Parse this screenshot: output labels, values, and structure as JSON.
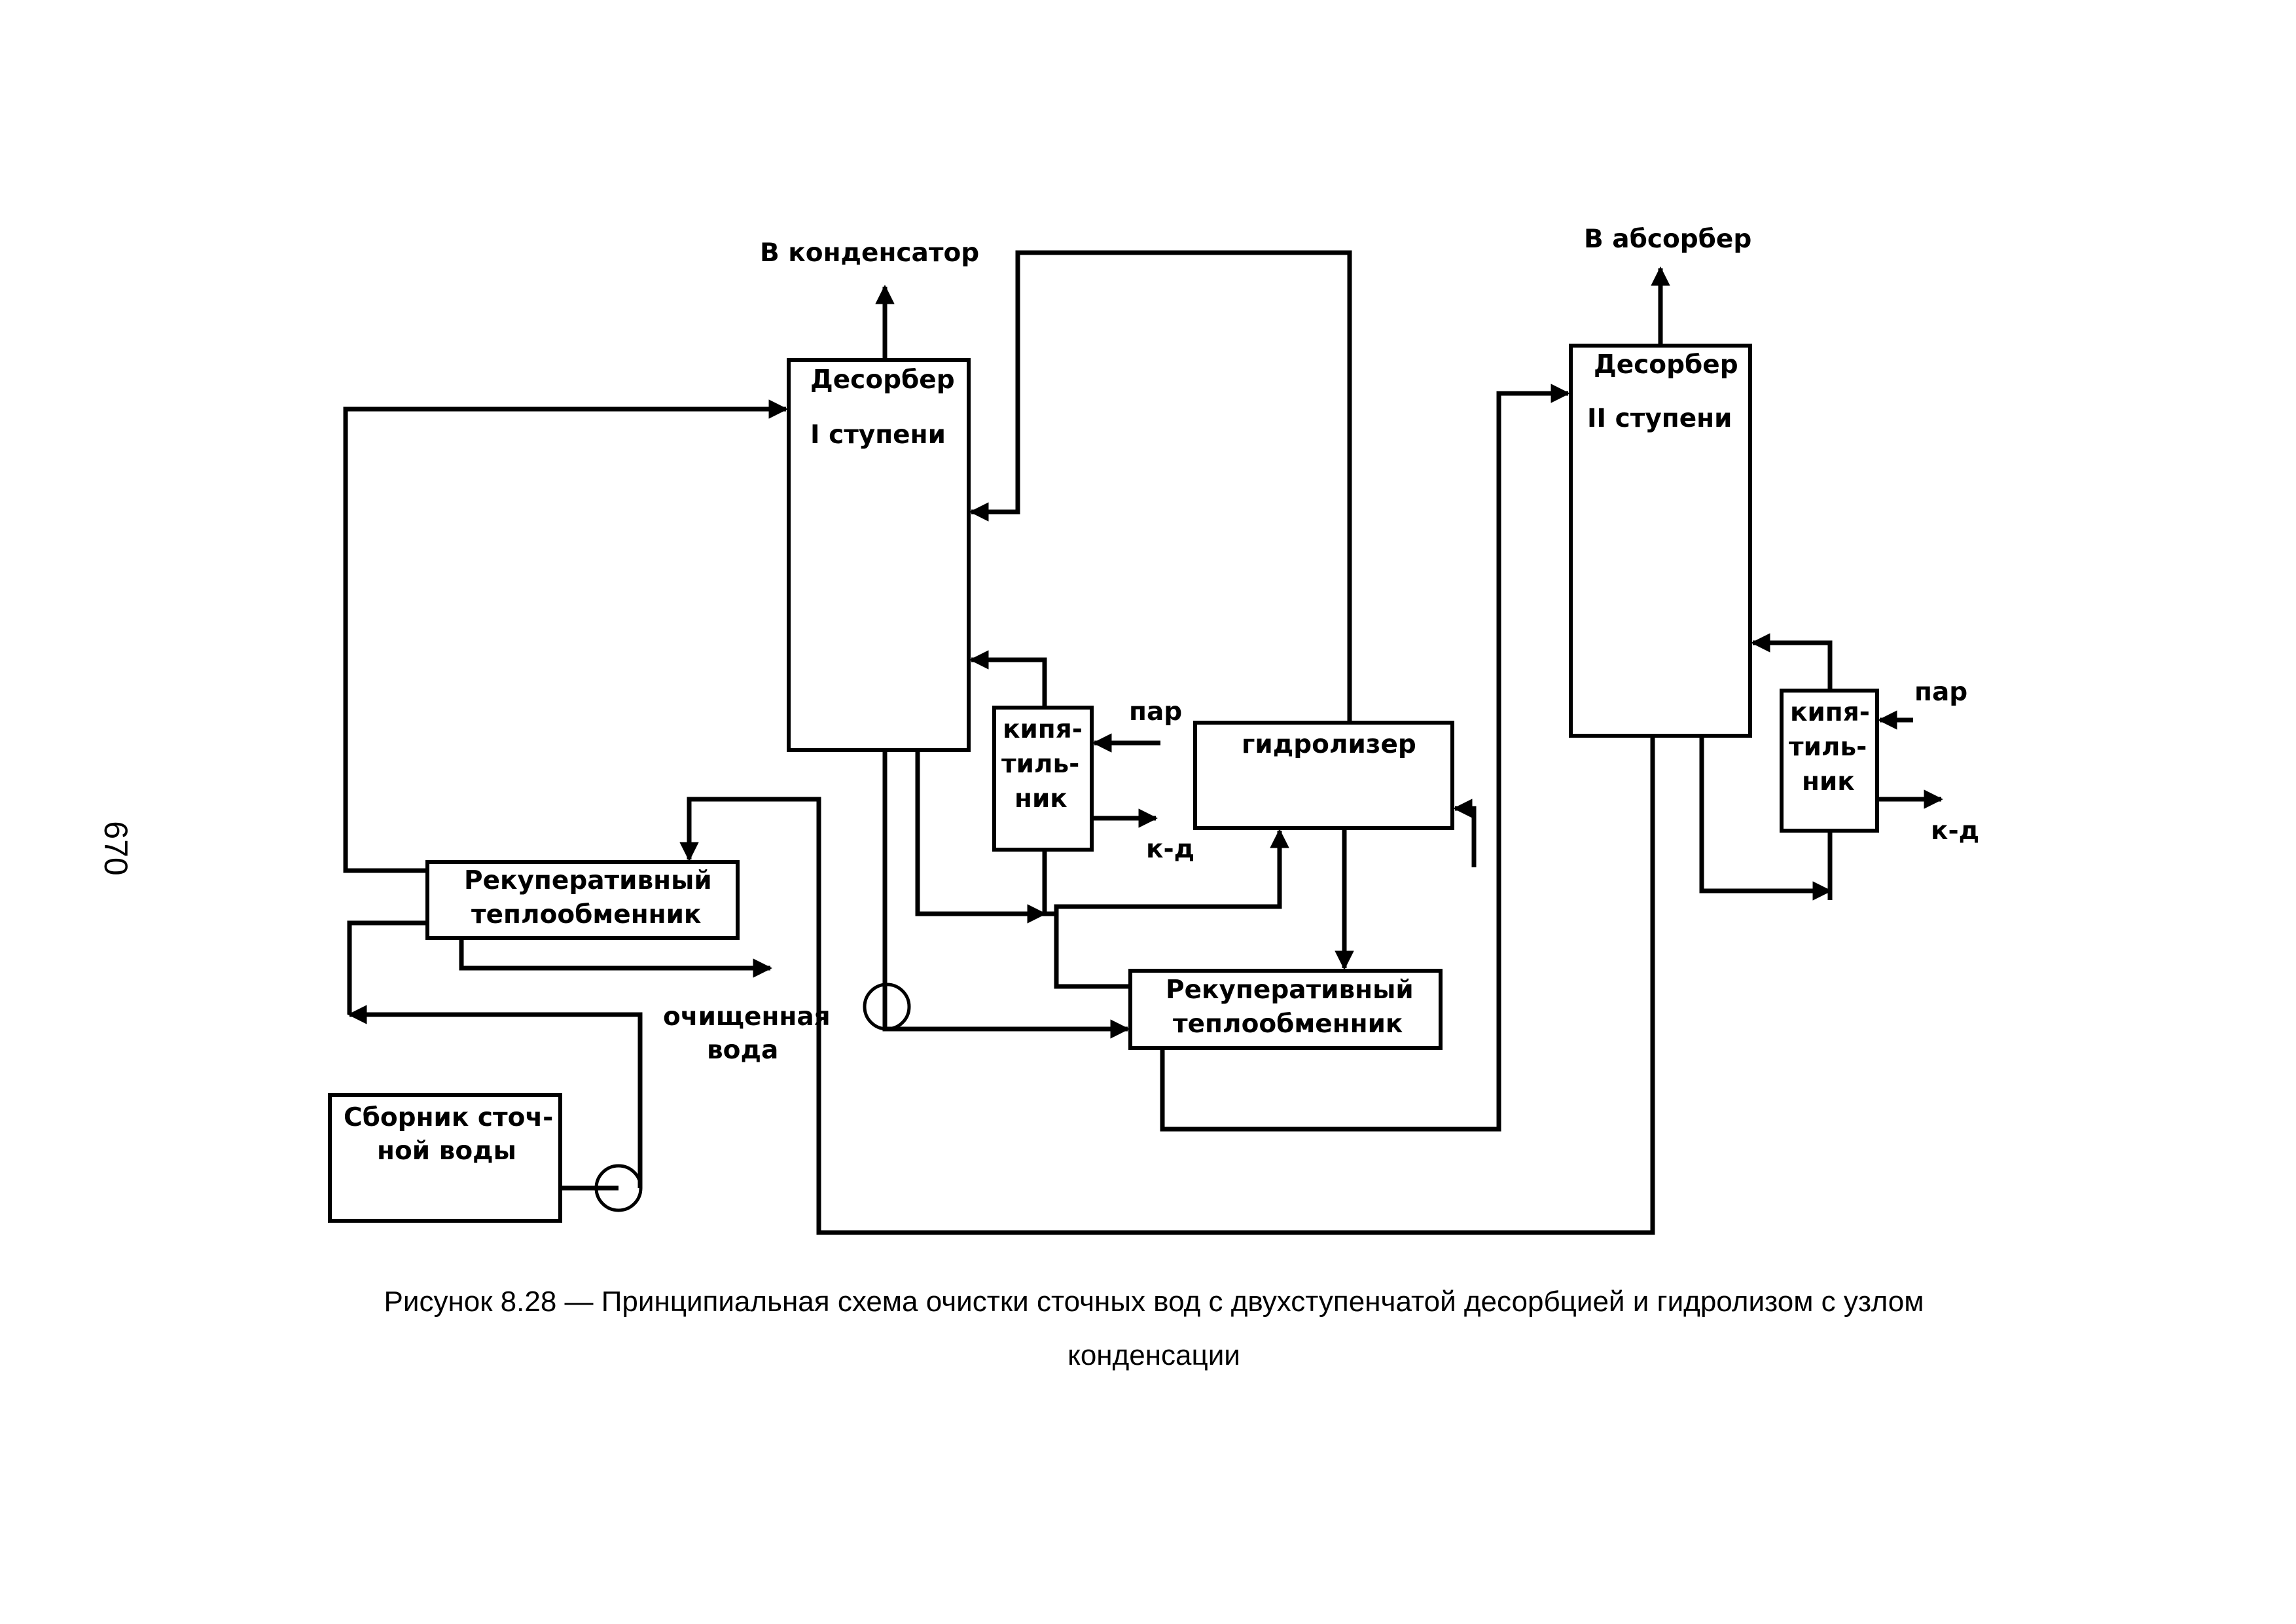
{
  "page_number": "670",
  "labels": {
    "to_condenser": "В конденсатор",
    "to_absorber": "В абсорбер",
    "desorber1_line1": "Десорбер",
    "desorber1_line2": "I ступени",
    "desorber2_line1": "Десорбер",
    "desorber2_line2": "II ступени",
    "reboiler_line1": "кипя-",
    "reboiler_line2": "тиль-",
    "reboiler_line3": "ник",
    "steam": "пар",
    "condensate": "к-д",
    "hydrolyzer": "гидролизер",
    "recuperative_line1": "Рекуперативный",
    "recuperative_line2": "теплообменник",
    "collector_line1": "Сборник сточ-",
    "collector_line2": "ной воды",
    "treated_line1": "очищенная",
    "treated_line2": "вода"
  },
  "caption": {
    "line1": "Рисунок 8.28 — Принципиальная схема очистки сточных вод с двухступенчатой десорбцией и гидролизом с узлом",
    "line2": "конденсации"
  }
}
